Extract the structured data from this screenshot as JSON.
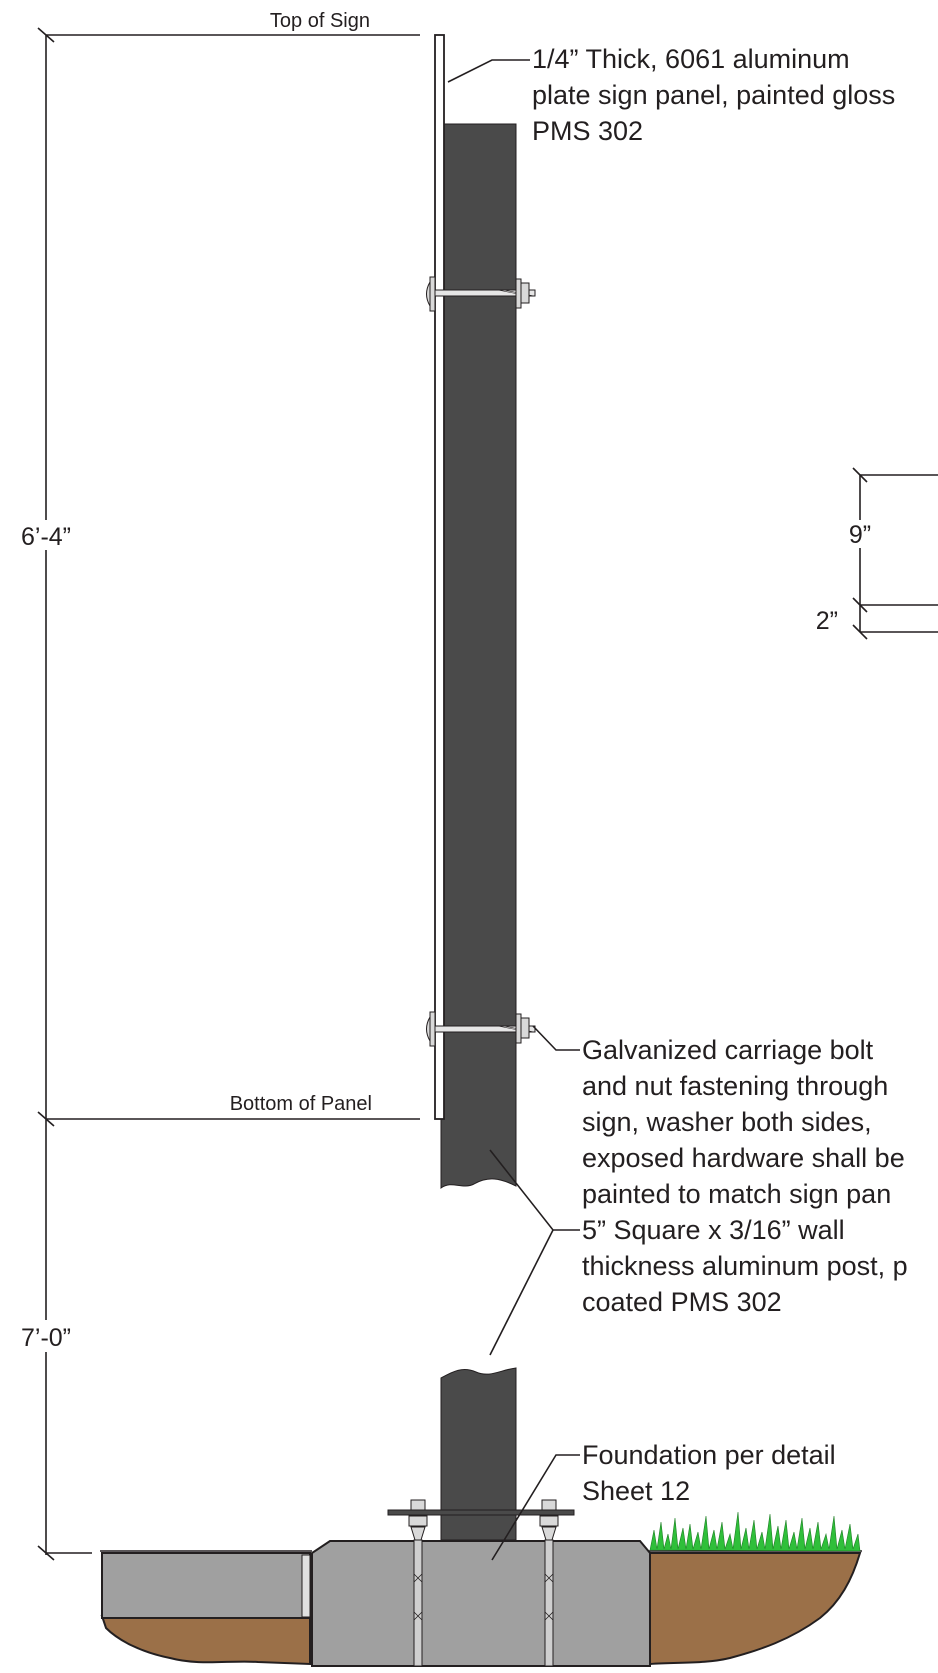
{
  "diagram": {
    "labels": {
      "top_of_sign": "Top of Sign",
      "bottom_of_panel": "Bottom of Panel"
    },
    "dimensions": {
      "panel_height": "6’-4”",
      "bottom_clearance": "7’-0”",
      "detail_upper": "9”",
      "detail_lower": "2”"
    },
    "callouts": {
      "panel": [
        "1/4” Thick, 6061 aluminum",
        "plate sign panel, painted gloss",
        "PMS 302"
      ],
      "bolt": [
        "Galvanized carriage bolt",
        "and nut fastening through",
        "sign, washer both sides,",
        "exposed hardware shall be",
        "painted to match sign pan"
      ],
      "post": [
        "5” Square x 3/16” wall",
        "thickness aluminum post, p",
        "coated PMS 302"
      ],
      "foundation": [
        "Foundation per detail",
        "Sheet 12"
      ]
    },
    "colors": {
      "post": "#4a4a4a",
      "concrete": "#a0a0a0",
      "soil": "#9b7048",
      "grass": "#2fbf3a",
      "panel": "#ffffff",
      "ink": "#231f20"
    }
  }
}
